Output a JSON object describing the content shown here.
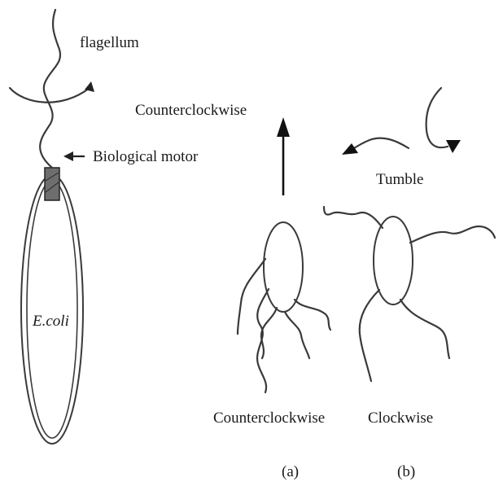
{
  "labels": {
    "flagellum": "flagellum",
    "biological_motor": "Biological motor",
    "organism": "E.coli",
    "top_direction": "Counterclockwise",
    "tumble": "Tumble",
    "bottom_left_rotation": "Counterclockwise",
    "bottom_right_rotation": "Clockwise",
    "panel_a": "(a)",
    "panel_b": "(b)"
  },
  "colors": {
    "stroke": "#3a3a3a",
    "motor_fill": "#6e6e6e",
    "background": "#ffffff"
  }
}
